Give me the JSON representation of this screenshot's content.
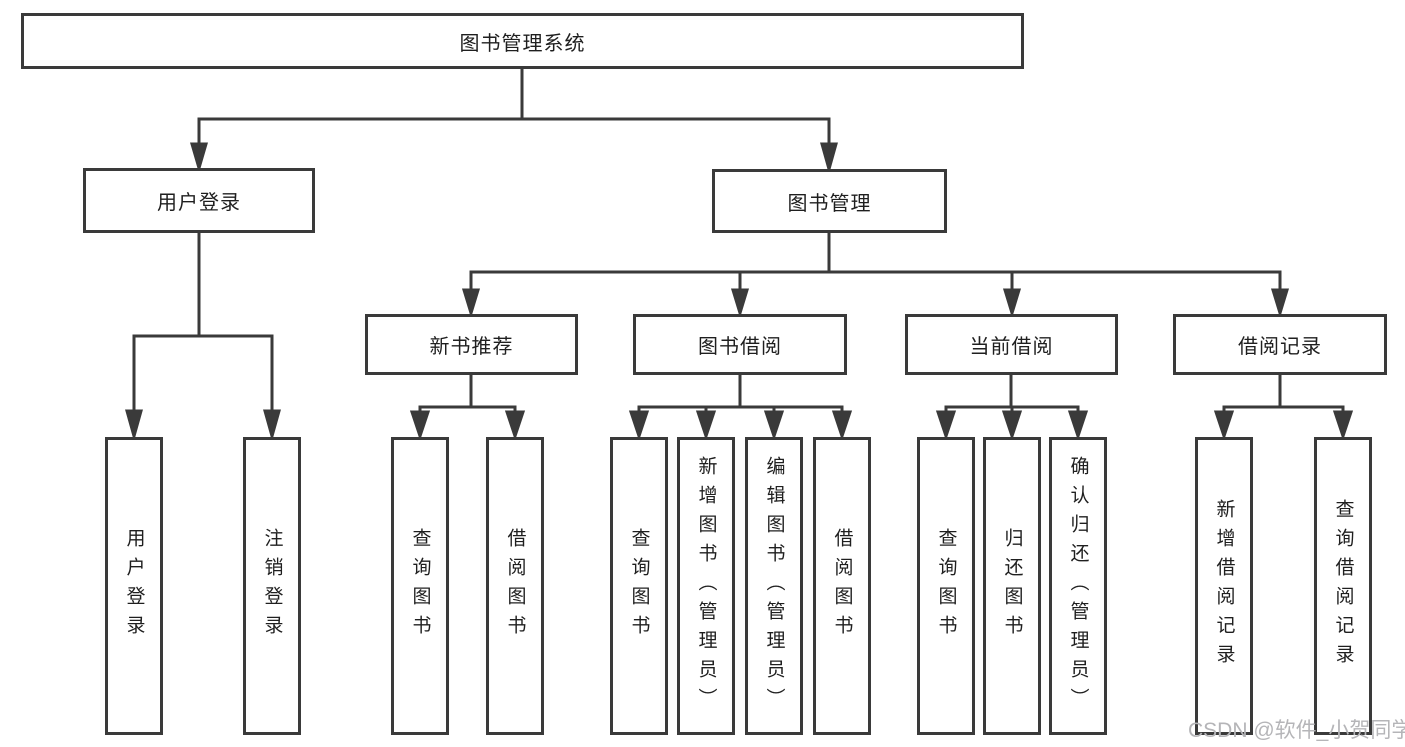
{
  "diagram": {
    "title": "图书管理系统",
    "colors": {
      "line": "#3a3a3a",
      "box_background": "#ffffff",
      "text": "#1f1f1f",
      "watermark": "#b5b5b8"
    },
    "nodes": {
      "root": {
        "label": "图书管理系统"
      },
      "level2": [
        {
          "label": "用户登录",
          "parent": "图书管理系统"
        },
        {
          "label": "图书管理",
          "parent": "图书管理系统"
        }
      ],
      "level3": [
        {
          "label": "新书推荐",
          "parent": "图书管理"
        },
        {
          "label": "图书借阅",
          "parent": "图书管理"
        },
        {
          "label": "当前借阅",
          "parent": "图书管理"
        },
        {
          "label": "借阅记录",
          "parent": "图书管理"
        }
      ],
      "leaves": [
        {
          "label": "用户登录",
          "parent": "用户登录"
        },
        {
          "label": "注销登录",
          "parent": "用户登录"
        },
        {
          "label": "查询图书",
          "parent": "新书推荐"
        },
        {
          "label": "借阅图书",
          "parent": "新书推荐"
        },
        {
          "label": "查询图书",
          "parent": "图书借阅"
        },
        {
          "label": "新增图书（管理员）",
          "parent": "图书借阅"
        },
        {
          "label": "编辑图书（管理员）",
          "parent": "图书借阅"
        },
        {
          "label": "借阅图书",
          "parent": "图书借阅"
        },
        {
          "label": "查询图书",
          "parent": "当前借阅"
        },
        {
          "label": "归还图书",
          "parent": "当前借阅"
        },
        {
          "label": "确认归还（管理员）",
          "parent": "当前借阅"
        },
        {
          "label": "新增借阅记录",
          "parent": "借阅记录"
        },
        {
          "label": "查询借阅记录",
          "parent": "借阅记录"
        }
      ]
    },
    "watermark": "CSDN @软件_小贺同学"
  }
}
